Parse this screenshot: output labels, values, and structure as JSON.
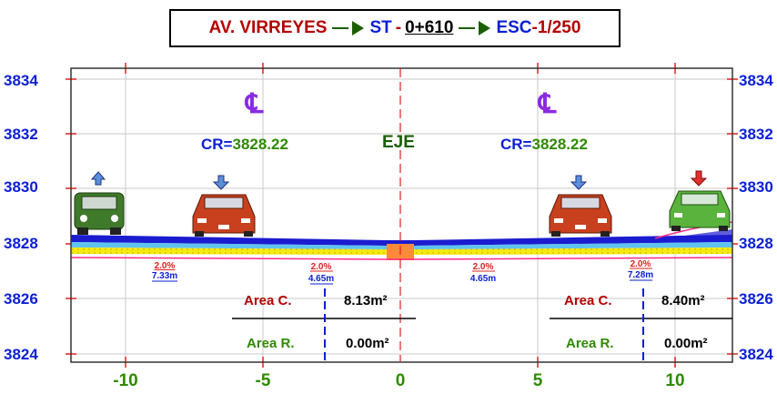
{
  "title": {
    "road": "AV. VIRREYES",
    "st_label": "ST",
    "dash": "-",
    "station": "0+610",
    "scale_label": "ESC",
    "scale_value": "-1/250"
  },
  "axes": {
    "y_ticks": [
      "3834",
      "3832",
      "3830",
      "3828",
      "3826",
      "3824"
    ],
    "x_ticks": [
      "-10",
      "-5",
      "0",
      "5",
      "10"
    ]
  },
  "labels": {
    "eje": "EJE",
    "cl_symbol": "℄",
    "cr_left_label": "CR=",
    "cr_left_value": "3828.22",
    "cr_right_label": "CR=",
    "cr_right_value": "3828.22"
  },
  "slopes": [
    {
      "pct": "2.0%",
      "dist": "7.33m"
    },
    {
      "pct": "2.0%",
      "dist": "4.65m"
    },
    {
      "pct": "2.0%",
      "dist": "4.65m"
    },
    {
      "pct": "2.0%",
      "dist": "7.28m"
    }
  ],
  "areas": {
    "left": {
      "cut_label": "Area C.",
      "cut_value": "8.13m²",
      "fill_label": "Area R.",
      "fill_value": "0.00m²"
    },
    "right": {
      "cut_label": "Area C.",
      "cut_value": "8.40m²",
      "fill_label": "Area R.",
      "fill_value": "0.00m²"
    }
  },
  "icons": {
    "left_outer": "up-arrow-icon",
    "left_inner": "down-arrow-icon",
    "right_inner": "down-arrow-icon",
    "right_outer": "down-arrow-icon"
  },
  "colors": {
    "red": "#b30000",
    "blue": "#0a1fd6",
    "green": "#1a5e00",
    "purple": "#8a2be2",
    "arrow_blue": "#5b8fd9",
    "arrow_red": "#e03030",
    "car_red": "#c8401e",
    "car_green": "#3f7a2a",
    "car_light_green": "#59b33c"
  }
}
